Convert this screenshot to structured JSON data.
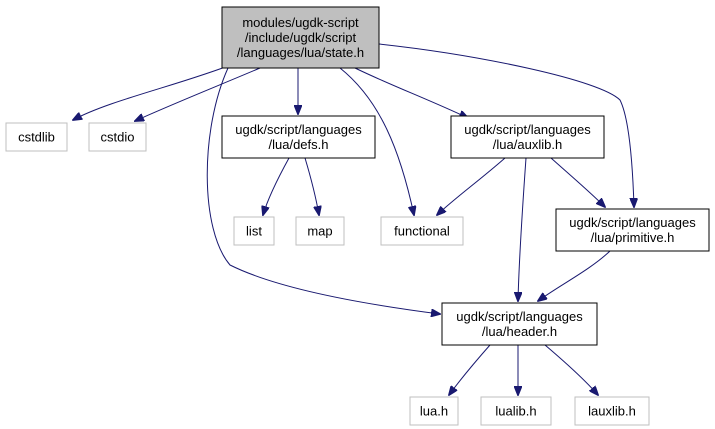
{
  "colors": {
    "edge": "#191970",
    "root_fill": "#bfbfbf",
    "root_stroke": "#000000",
    "node_stroke": "#000000",
    "external_stroke": "#bfbfbf",
    "background": "#ffffff"
  },
  "nodes": {
    "state_h": {
      "lines": [
        "modules/ugdk-script",
        "/include/ugdk/script",
        "/languages/lua/state.h"
      ],
      "kind": "root"
    },
    "cstdlib": {
      "lines": [
        "cstdlib"
      ],
      "kind": "external"
    },
    "cstdio": {
      "lines": [
        "cstdio"
      ],
      "kind": "external"
    },
    "defs_h": {
      "lines": [
        "ugdk/script/languages",
        "/lua/defs.h"
      ],
      "kind": "internal"
    },
    "auxlib_h": {
      "lines": [
        "ugdk/script/languages",
        "/lua/auxlib.h"
      ],
      "kind": "internal"
    },
    "list": {
      "lines": [
        "list"
      ],
      "kind": "external"
    },
    "map": {
      "lines": [
        "map"
      ],
      "kind": "external"
    },
    "functional": {
      "lines": [
        "functional"
      ],
      "kind": "external"
    },
    "primitive_h": {
      "lines": [
        "ugdk/script/languages",
        "/lua/primitive.h"
      ],
      "kind": "internal"
    },
    "header_h": {
      "lines": [
        "ugdk/script/languages",
        "/lua/header.h"
      ],
      "kind": "internal"
    },
    "lua_h": {
      "lines": [
        "lua.h"
      ],
      "kind": "external"
    },
    "lualib_h": {
      "lines": [
        "lualib.h"
      ],
      "kind": "external"
    },
    "lauxlib_h": {
      "lines": [
        "lauxlib.h"
      ],
      "kind": "external"
    }
  },
  "edges": [
    {
      "from": "state_h",
      "to": "cstdlib"
    },
    {
      "from": "state_h",
      "to": "cstdio"
    },
    {
      "from": "state_h",
      "to": "defs_h"
    },
    {
      "from": "state_h",
      "to": "auxlib_h"
    },
    {
      "from": "state_h",
      "to": "functional"
    },
    {
      "from": "state_h",
      "to": "primitive_h"
    },
    {
      "from": "state_h",
      "to": "header_h"
    },
    {
      "from": "defs_h",
      "to": "list"
    },
    {
      "from": "defs_h",
      "to": "map"
    },
    {
      "from": "auxlib_h",
      "to": "functional"
    },
    {
      "from": "auxlib_h",
      "to": "primitive_h"
    },
    {
      "from": "auxlib_h",
      "to": "header_h"
    },
    {
      "from": "primitive_h",
      "to": "header_h"
    },
    {
      "from": "header_h",
      "to": "lua_h"
    },
    {
      "from": "header_h",
      "to": "lualib_h"
    },
    {
      "from": "header_h",
      "to": "lauxlib_h"
    }
  ]
}
